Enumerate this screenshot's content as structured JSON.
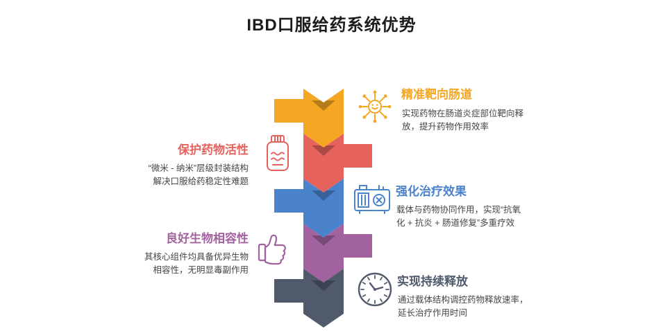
{
  "title": "IBD口服给药系统优势",
  "items": [
    {
      "title": "精准靶向肠道",
      "desc": "实现药物在肠道炎症部位靶向释\n放，提升药物作用效率",
      "color": "#F5A623",
      "side": "right",
      "icon": "molecule-network-icon"
    },
    {
      "title": "保护药物活性",
      "desc": "“微米 - 纳米”层级封装结构\n解决口服给药稳定性难题",
      "color": "#E6625C",
      "side": "left",
      "icon": "pill-bottle-icon"
    },
    {
      "title": "强化治疗效果",
      "desc": "载体与药物协同作用，实现“抗氧\n化 + 抗炎 + 肠道修复”多重疗效",
      "color": "#4A82CC",
      "side": "right",
      "icon": "treatment-device-icon"
    },
    {
      "title": "良好生物相容性",
      "desc": "其核心组件均具备优异生物\n相容性，无明显毒副作用",
      "color": "#A2629F",
      "side": "left",
      "icon": "thumbs-up-icon"
    },
    {
      "title": "实现持续释放",
      "desc": "通过载体结构调控药物释放速率，\n延长治疗作用时间",
      "color": "#505A6B",
      "side": "right",
      "icon": "clock-icon"
    }
  ]
}
